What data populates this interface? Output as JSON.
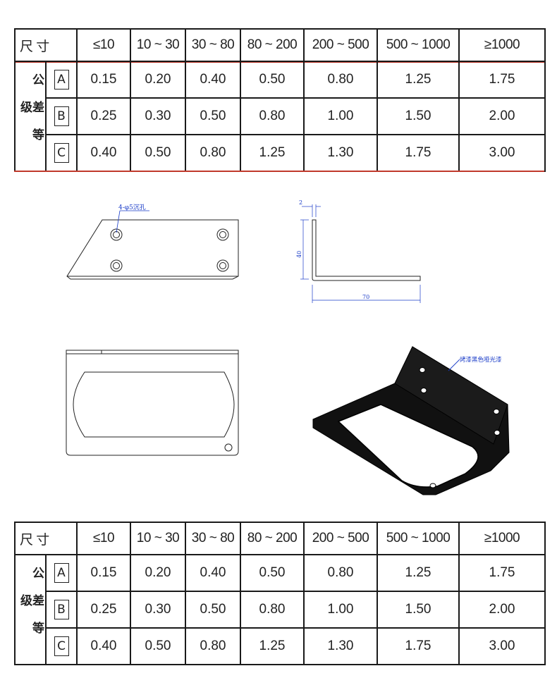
{
  "table": {
    "size_label": "尺 寸",
    "ranges": [
      "≤10",
      "10 ~ 30",
      "30 ~ 80",
      "80 ~ 200",
      "200 ~ 500",
      "500 ~ 1000",
      "≥1000"
    ],
    "grade_label": "公差等级",
    "rows": [
      {
        "grade": "A",
        "values": [
          "0.15",
          "0.20",
          "0.40",
          "0.50",
          "0.80",
          "1.25",
          "1.75"
        ]
      },
      {
        "grade": "B",
        "values": [
          "0.25",
          "0.30",
          "0.50",
          "0.80",
          "1.00",
          "1.50",
          "2.00"
        ]
      },
      {
        "grade": "C",
        "values": [
          "0.40",
          "0.50",
          "0.80",
          "1.25",
          "1.30",
          "1.75",
          "3.00"
        ]
      }
    ]
  },
  "drawing": {
    "hole_callout": "4-φ5沉孔",
    "dim_thickness": "2",
    "dim_height": "40",
    "dim_length": "70",
    "finish_note": "烤漆黑色哑光漆",
    "line_color": "#222222",
    "dim_color": "#1a3cc8",
    "part_color": "#111111"
  }
}
